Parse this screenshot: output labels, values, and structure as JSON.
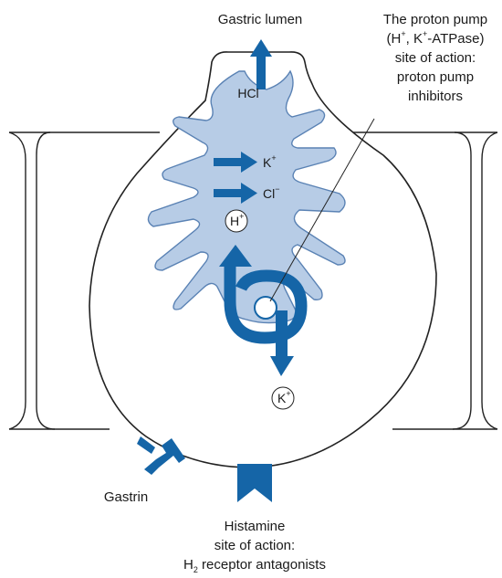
{
  "colors": {
    "arrow_blue": "#1565a7",
    "canaliculus_fill": "#b7cce6",
    "canaliculus_edge": "#5a82b4",
    "outline": "#222222"
  },
  "labels": {
    "gastric_lumen": "Gastric lumen",
    "pump_title": [
      "The proton pump",
      "(H+, K+-ATPase)",
      "site of action:",
      "proton pump",
      "inhibitors"
    ],
    "gastrin": "Gastrin",
    "histamine": [
      "Histamine",
      "site of action:",
      "H2 receptor antagonists"
    ]
  },
  "ions": {
    "hcl": "HCl",
    "k_in": "K",
    "k_in_sup": "+",
    "cl": "Cl",
    "cl_sup": "−",
    "h": "H",
    "h_sup": "+",
    "k_out": "K",
    "k_out_sup": "+"
  },
  "text_parts": {
    "h": "H",
    "k": "K",
    "plus": "+",
    "pump_comma": ", ",
    "pump_open": "(",
    "pump_close": "-ATPase)",
    "h2_h": "H",
    "h2_sub": "2",
    "h2_rest": " receptor antagonists"
  }
}
